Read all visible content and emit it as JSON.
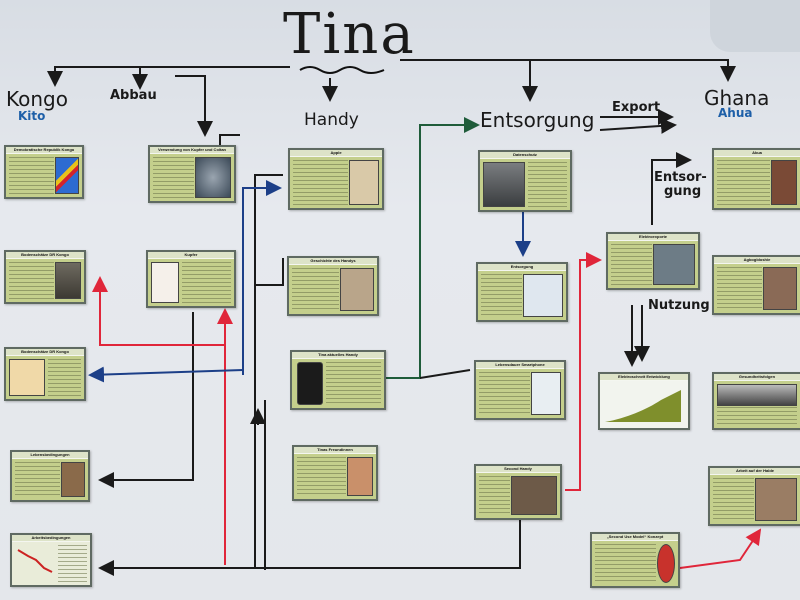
{
  "title": "Tina",
  "labels": {
    "kongo": "Kongo",
    "kongo_capital": "Kito",
    "abbau": "Abbau",
    "handy": "Handy",
    "entsorgung": "Entsorgung",
    "export": "Export",
    "ghana": "Ghana",
    "ghana_capital": "Ahua",
    "entsorgung_split_1": "Entsor-",
    "entsorgung_split_2": "gung",
    "nutzung": "Nutzung"
  },
  "cards": [
    {
      "id": "kongo-1",
      "title": "Demokratische Republik Kongo",
      "pic": "flag-congo"
    },
    {
      "id": "kongo-2",
      "title": "Bodenschätze DR Kongo",
      "pic": "mine"
    },
    {
      "id": "kongo-3",
      "title": "Bodenschätze DR Kongo",
      "pic": "africa-map"
    },
    {
      "id": "kongo-4",
      "title": "Lebensbedingungen",
      "pic": "workers"
    },
    {
      "id": "kongo-5",
      "title": "Arbeitsbedingungen",
      "pic": "chart-down"
    },
    {
      "id": "abbau-1",
      "title": "Verwendung von Kupfer und Coltan",
      "pic": "device-parts"
    },
    {
      "id": "abbau-2",
      "title": "Kupfer",
      "pic": "cables"
    },
    {
      "id": "handy-1",
      "title": "Apple",
      "pic": "apple-product"
    },
    {
      "id": "handy-2",
      "title": "Geschichte des Handys",
      "pic": "handy-hand"
    },
    {
      "id": "handy-3",
      "title": "Tina aktuelles Handy",
      "pic": "smartphone"
    },
    {
      "id": "handy-4",
      "title": "Tinas Freundinnen",
      "pic": "girl"
    },
    {
      "id": "ent-1",
      "title": "Datenschutz",
      "pic": "e-waste"
    },
    {
      "id": "ent-2",
      "title": "Entsorgung",
      "pic": "recycling-sign"
    },
    {
      "id": "ent-3",
      "title": "Lebensdauer Smartphone",
      "pic": "phone-case"
    },
    {
      "id": "ent-4",
      "title": "Second Handy",
      "pic": "used-phone"
    },
    {
      "id": "ent-5",
      "title": "„Second Use Model“ Konzept",
      "pic": "badge"
    },
    {
      "id": "mid-1",
      "title": "Elektroexporte",
      "pic": "container"
    },
    {
      "id": "mid-2",
      "title": "Elektroschrott Entwicklung",
      "pic": "area-chart"
    },
    {
      "id": "gh-1",
      "title": "Akua",
      "pic": "portrait"
    },
    {
      "id": "gh-2",
      "title": "Agbogbloshie",
      "pic": "dump"
    },
    {
      "id": "gh-3",
      "title": "Gesundheitsfolgen",
      "pic": "smoke"
    },
    {
      "id": "gh-4",
      "title": "Arbeit auf der Halde",
      "pic": "workers-dump"
    }
  ],
  "colors": {
    "arrow_black": "#1a1a1a",
    "arrow_red": "#e0263a",
    "arrow_blue": "#1c3f88",
    "arrow_green": "#1f5c3a",
    "card_green": "#c4cf8c",
    "card_frame": "#5f6a62"
  }
}
